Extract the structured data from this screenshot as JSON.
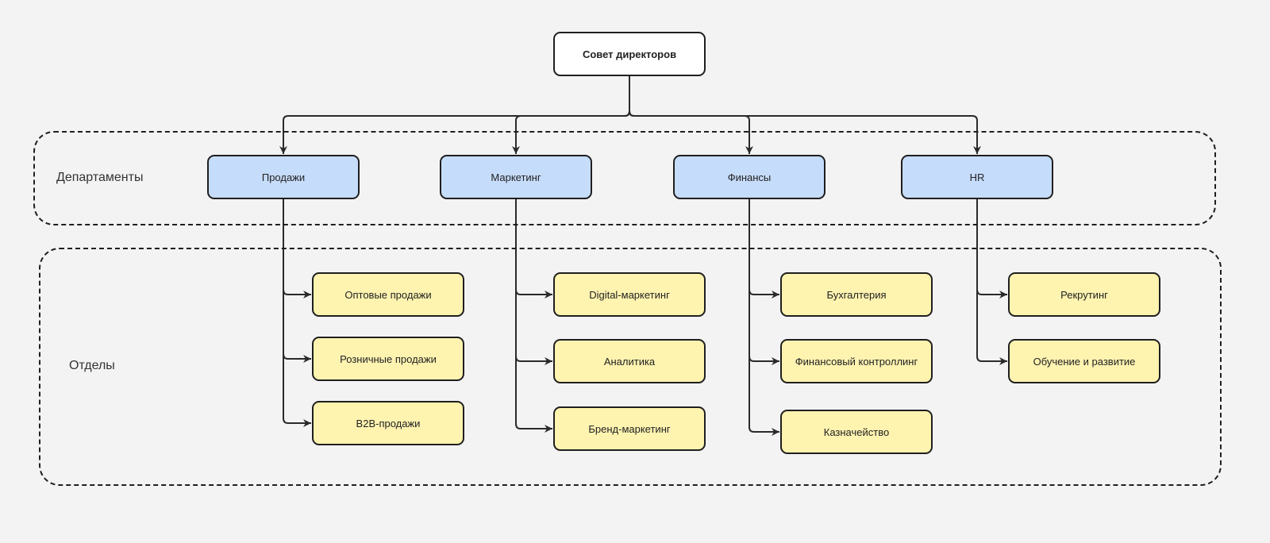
{
  "diagram": {
    "root": {
      "label": "Совет директоров"
    },
    "groups": {
      "departments_label": "Департаменты",
      "divisions_label": "Отделы"
    },
    "departments": [
      {
        "label": "Продажи",
        "units": [
          "Оптовые продажи",
          "Розничные продажи",
          "B2B-продажи"
        ]
      },
      {
        "label": "Маркетинг",
        "units": [
          "Digital-маркетинг",
          "Аналитика",
          "Бренд-маркетинг"
        ]
      },
      {
        "label": "Финансы",
        "units": [
          "Бухгалтерия",
          "Финансовый контроллинг",
          "Казначейство"
        ]
      },
      {
        "label": "HR",
        "units": [
          "Рекрутинг",
          "Обучение и развитие"
        ]
      }
    ],
    "colors": {
      "background": "#f3f3f3",
      "root_fill": "#ffffff",
      "department_fill": "#c6dcfb",
      "unit_fill": "#fff3b0",
      "stroke": "#1f1f1f"
    }
  }
}
